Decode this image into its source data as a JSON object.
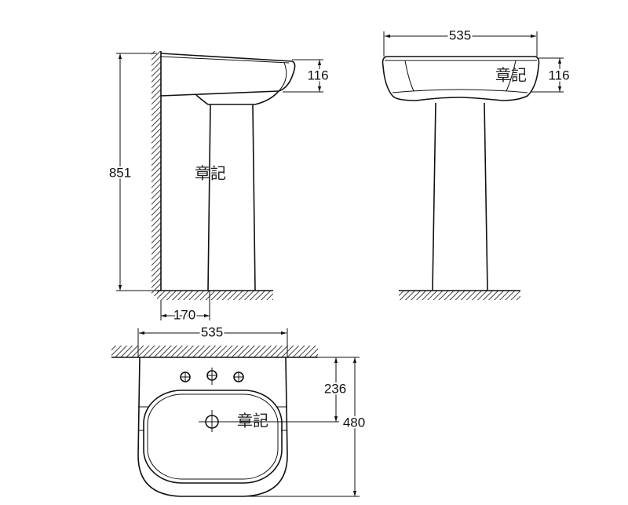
{
  "side_view": {
    "height_label": "851",
    "basin_depth_label": "116",
    "wall_offset_label": "170",
    "watermark": "章記"
  },
  "front_view": {
    "width_label": "535",
    "basin_depth_label": "116",
    "watermark": "章記"
  },
  "top_view": {
    "width_label": "535",
    "drain_offset_label": "236",
    "depth_label": "480",
    "watermark": "章記"
  }
}
